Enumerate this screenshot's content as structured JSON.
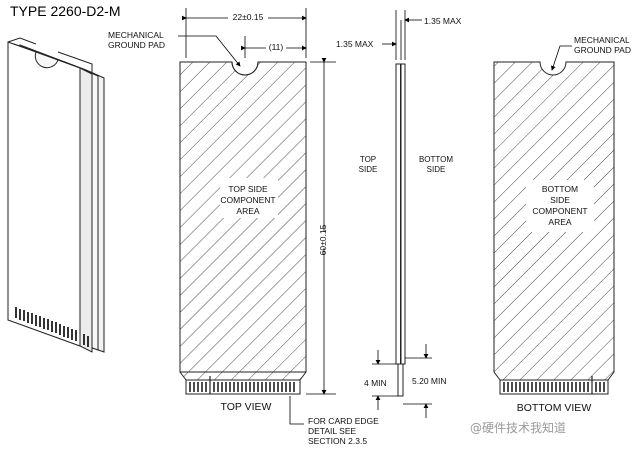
{
  "title": "TYPE 2260-D2-M",
  "dimensions": {
    "width": "22±0.15",
    "notch_width": "(11)",
    "height": "60±0.15",
    "top_thickness": "1.35 MAX",
    "bottom_thickness": "1.35 MAX",
    "min_top": "4 MIN",
    "min_bottom": "5.20 MIN"
  },
  "labels": {
    "ground_pad_left": [
      "MECHANICAL",
      "GROUND PAD"
    ],
    "ground_pad_right": [
      "MECHANICAL",
      "GROUND PAD"
    ],
    "top_area": [
      "TOP SIDE",
      "COMPONENT",
      "AREA"
    ],
    "bottom_area": [
      "BOTTOM",
      "SIDE",
      "COMPONENT",
      "AREA"
    ],
    "top_side": [
      "TOP",
      "SIDE"
    ],
    "bottom_side": [
      "BOTTOM",
      "SIDE"
    ],
    "card_edge_note": [
      "FOR CARD EDGE",
      "DETAIL SEE",
      "SECTION 2.3.5"
    ]
  },
  "views": {
    "top": "TOP VIEW",
    "bottom": "BOTTOM VIEW"
  },
  "watermark": "@硬件技术我知道"
}
